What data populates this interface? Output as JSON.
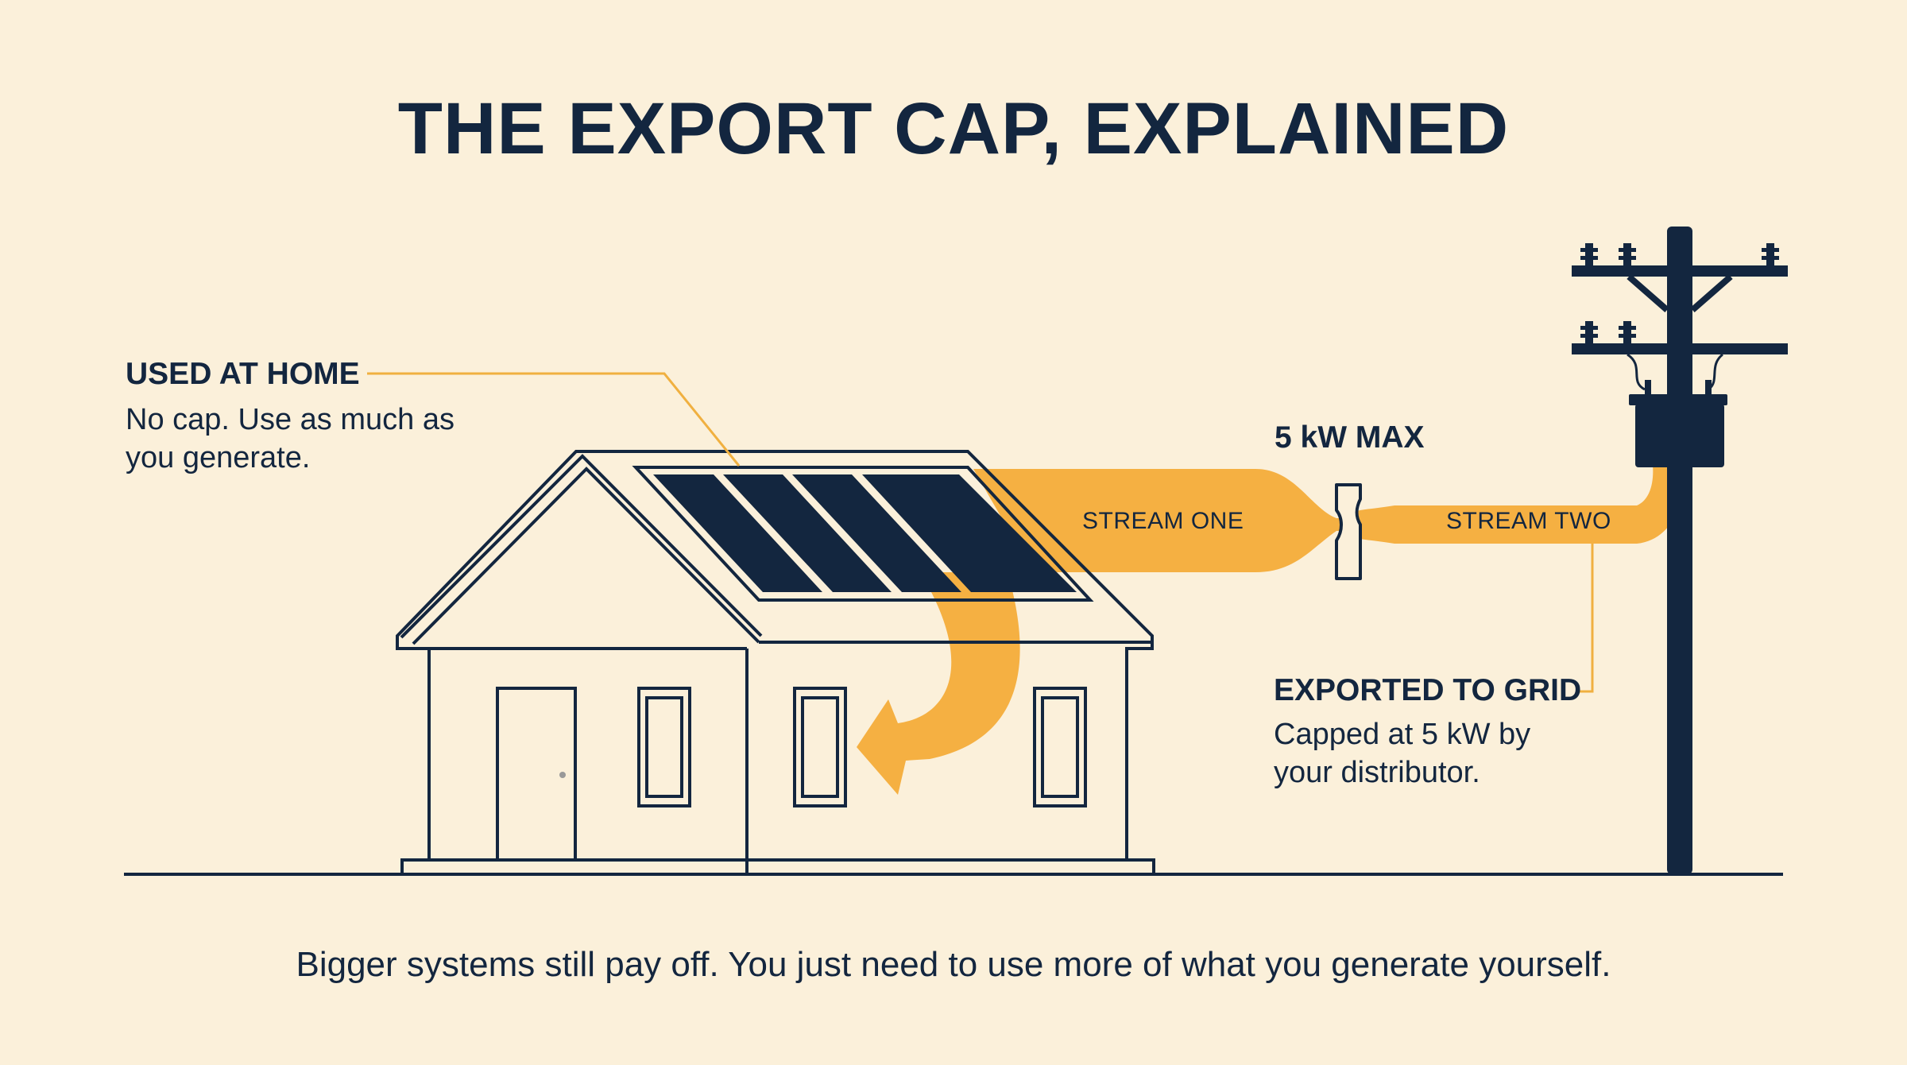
{
  "title": "THE EXPORT CAP, EXPLAINED",
  "used_at_home": {
    "heading": "USED AT HOME",
    "body": "No cap. Use as much as you generate."
  },
  "cap": {
    "label": "5 kW MAX"
  },
  "streams": {
    "one": "STREAM ONE",
    "two": "STREAM TWO"
  },
  "exported": {
    "heading": "EXPORTED TO GRID",
    "body": "Capped at 5 kW by your distributor."
  },
  "footer": "Bigger systems still pay off. You just need to use more of what you generate yourself.",
  "colors": {
    "background": "#fbf0da",
    "navy": "#13263f",
    "flow": "#f5b042",
    "leader": "#f0b040"
  },
  "icons": [
    "house-icon",
    "solar-panel-icon",
    "utility-pole-icon",
    "flow-restrictor-icon"
  ]
}
